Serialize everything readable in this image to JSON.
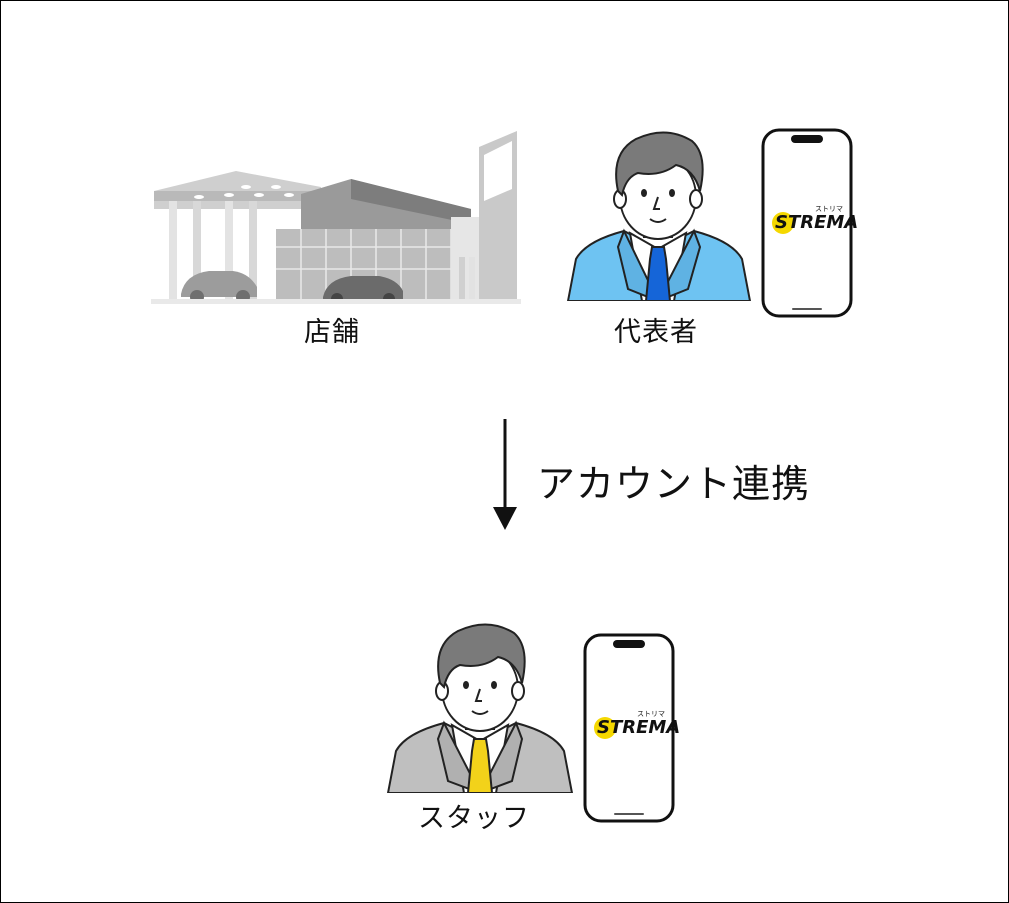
{
  "nodes": {
    "store": {
      "label": "店舗"
    },
    "representative": {
      "label": "代表者"
    },
    "staff": {
      "label": "スタッフ"
    }
  },
  "edge": {
    "label": "アカウント連携"
  },
  "app": {
    "name": "STREMA",
    "kana": "ストリマ"
  },
  "colors": {
    "rep_suit": "#6ec3f2",
    "rep_tie": "#1565d8",
    "staff_suit": "#bfbfbf",
    "staff_tie": "#f2d21a",
    "app_accent": "#f5d800"
  }
}
